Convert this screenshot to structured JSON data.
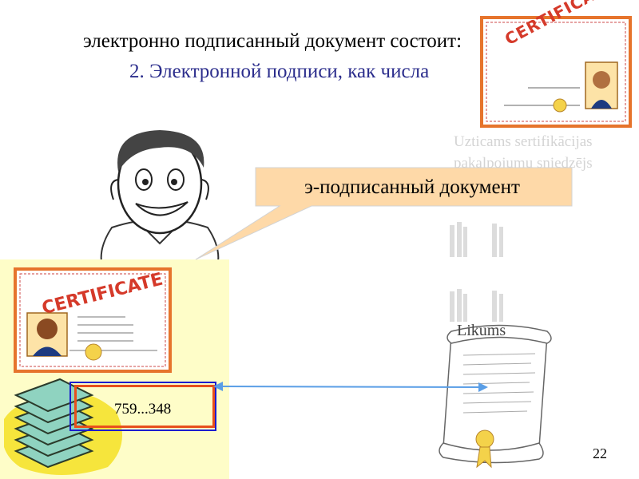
{
  "slide": {
    "title_line1": "электронно подписанный документ состоит:",
    "title_line2": "2. Электронной подписи, как числа",
    "bubble_text": "э-подписанный документ",
    "faded_line1": "Uzticams sertifikācijas",
    "faded_line2": "pakalpojumu sniedzējs",
    "certificate_word": "CERTIFICATE",
    "likums": "Likums",
    "signature_number": "759...348",
    "page_number": "22"
  },
  "colors": {
    "yellow_panel": "#fefdc8",
    "cert_border": "#e6742c",
    "bubble": "#fed9a8",
    "signature_box_outer": "#1c1cce",
    "signature_box_inner": "#e84f1c",
    "arrow": "#5a9ee6",
    "title2": "#2b2d8c"
  },
  "icons": [
    "cartoon-man-icon",
    "speech-bubble-icon",
    "certificate-icon",
    "stacked-documents-icon",
    "law-scroll-icon",
    "faded-building-icon"
  ]
}
